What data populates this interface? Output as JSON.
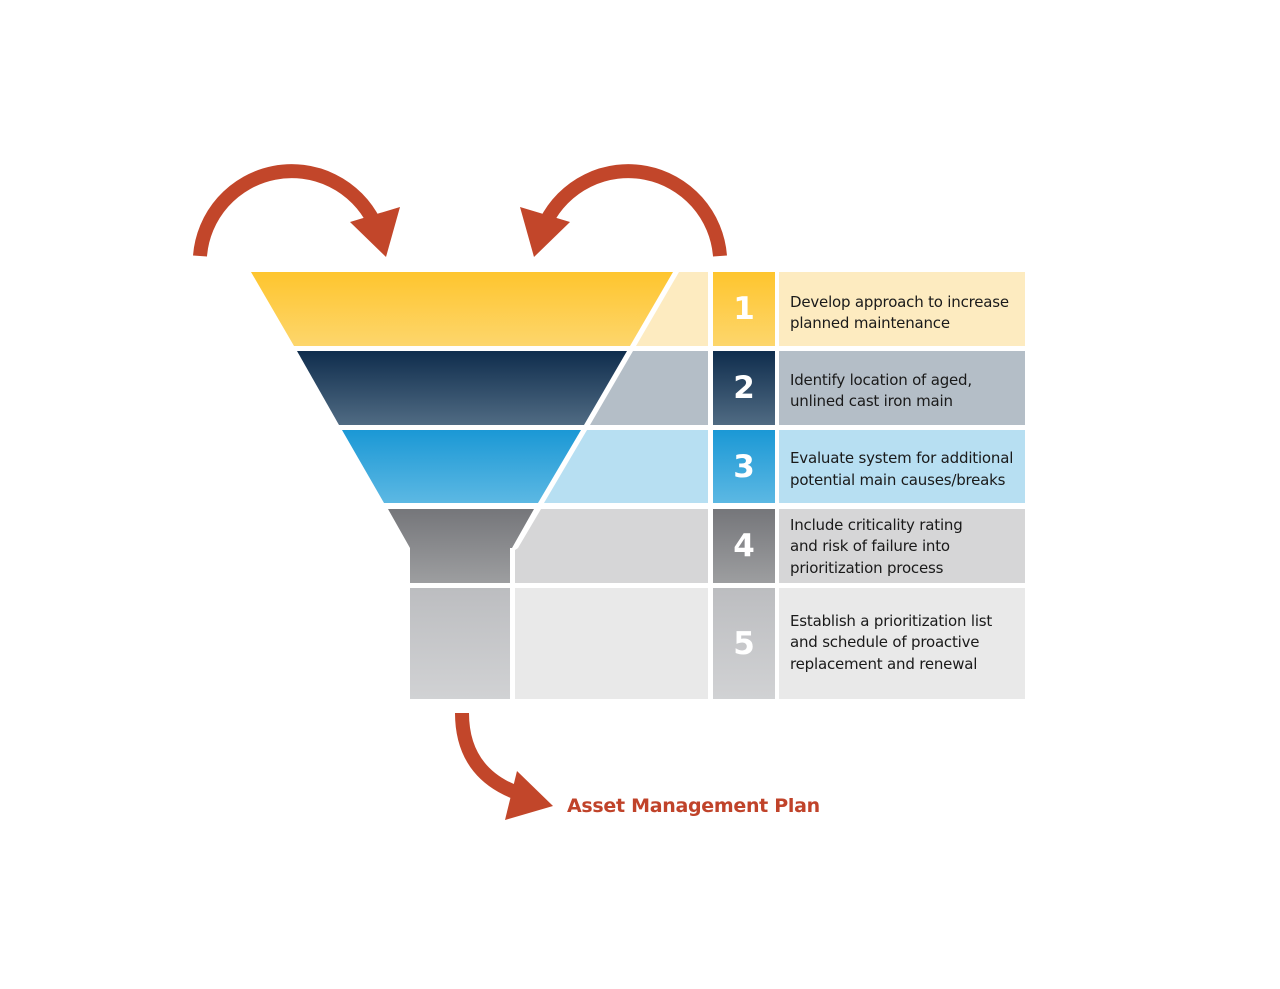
{
  "title": "Asset management funnel",
  "steps": [
    {
      "number": "1",
      "text": "Develop approach to increase planned maintenance",
      "color": "#fec52e",
      "panel": "#fdebc0"
    },
    {
      "number": "2",
      "text": "Identify location of aged, unlined cast iron main",
      "color": "#173554",
      "panel": "#b4bec7"
    },
    {
      "number": "3",
      "text": "Evaluate system for additional potential main causes/breaks",
      "color": "#1f9ad6",
      "panel": "#b7dff2"
    },
    {
      "number": "4",
      "text": "Include criticality rating and risk of failure into prioritization process",
      "color": "#808185",
      "panel": "#d6d6d7"
    },
    {
      "number": "5",
      "text": "Establish a prioritization list and schedule of proactive replacement and renewal",
      "color": "#c3c4c6",
      "panel": "#e9e9e9"
    }
  ],
  "outcome": "Asset Management Plan",
  "arrow_color": "#c2462a"
}
